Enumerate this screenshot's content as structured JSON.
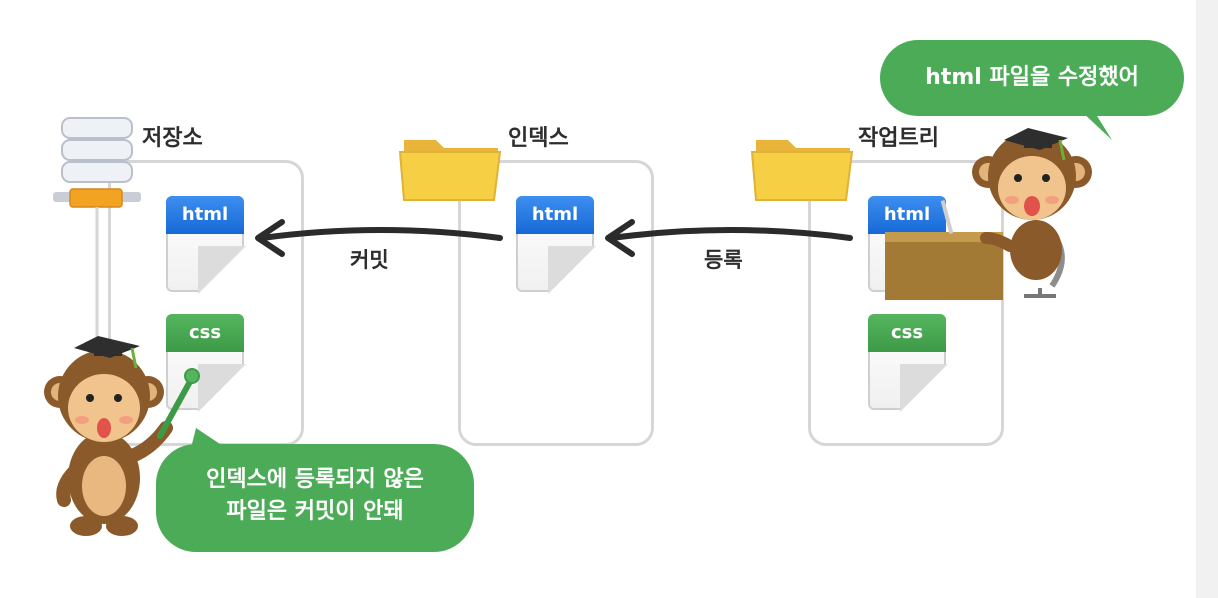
{
  "areas": {
    "repository": "저장소",
    "index": "인덱스",
    "working_tree": "작업트리"
  },
  "actions": {
    "commit": "커밋",
    "add": "등록"
  },
  "files": {
    "html": "html",
    "css": "css"
  },
  "bubbles": {
    "top": "html 파일을 수정했어",
    "bottom_line1": "인덱스에 등록되지 않은",
    "bottom_line2": "파일은 커밋이 안돼"
  },
  "colors": {
    "bubble": "#4cab57",
    "html_tab": "#1668d6",
    "css_tab": "#3d9a47",
    "folder": "#f7cf45",
    "panel_border": "#d6d6d6"
  },
  "icons": [
    "database-server-icon",
    "folder-icon",
    "html-file-icon",
    "css-file-icon",
    "monkey-character-icon",
    "arrow-left-icon"
  ]
}
